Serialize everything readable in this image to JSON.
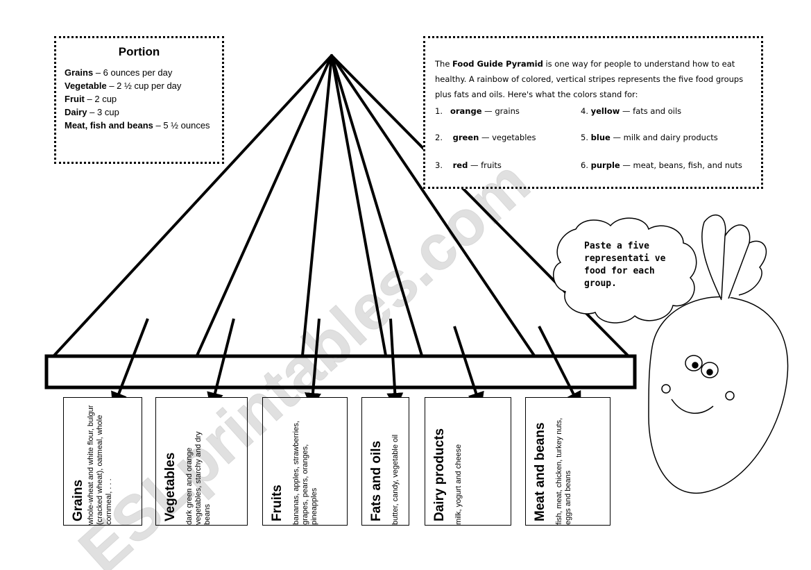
{
  "portion": {
    "title": "Portion",
    "rows": [
      {
        "label": "Grains",
        "value": "– 6 ounces per day"
      },
      {
        "label": "Vegetable",
        "value": "– 2 ½ cup per day"
      },
      {
        "label": "Fruit",
        "value": "– 2 cup"
      },
      {
        "label": "Dairy",
        "value": "– 3 cup"
      },
      {
        "label": "Meat, fish and beans",
        "value": "– 5 ½ ounces"
      }
    ]
  },
  "info": {
    "intro_pre": "The ",
    "intro_bold": "Food Guide Pyramid",
    "intro_post": " is one way for people to understand how to eat healthy. A rainbow of colored, vertical stripes represents the five food groups plus fats and oils. Here's what the colors stand for:",
    "colors": [
      {
        "num": "1.",
        "color": "orange",
        "desc": "— grains"
      },
      {
        "num": "2.",
        "color": "green",
        "desc": "— vegetables"
      },
      {
        "num": "3.",
        "color": "red",
        "desc": "— fruits"
      },
      {
        "num": "4.",
        "color": "yellow",
        "desc": "— fats and oils"
      },
      {
        "num": "5.",
        "color": "blue",
        "desc": "— milk and dairy products"
      },
      {
        "num": "6.",
        "color": "purple",
        "desc": "— meat, beans, fish, and nuts"
      }
    ]
  },
  "thought": "Paste a five representati ve food for each group.",
  "groups": [
    {
      "title": "Grains",
      "desc": "whole-wheat and white flour, bulgur (cracked wheat), oatmeal, whole cornmeal, . . ."
    },
    {
      "title": "Vegetables",
      "desc": "dark green and orange vegetables, starchy and dry beans"
    },
    {
      "title": "Fruits",
      "desc": "bananas, apples, strawberries, grapes, pears, oranges, pineapples"
    },
    {
      "title": "Fats and oils",
      "desc": "butter, candy, vegetable oil"
    },
    {
      "title": "Dairy products",
      "desc": "milk, yogurt and cheese"
    },
    {
      "title": "Meat and beans",
      "desc": "fish, meat, chicken, turkey nuts, eggs and beans"
    }
  ],
  "watermark": "ESLprintables.com"
}
